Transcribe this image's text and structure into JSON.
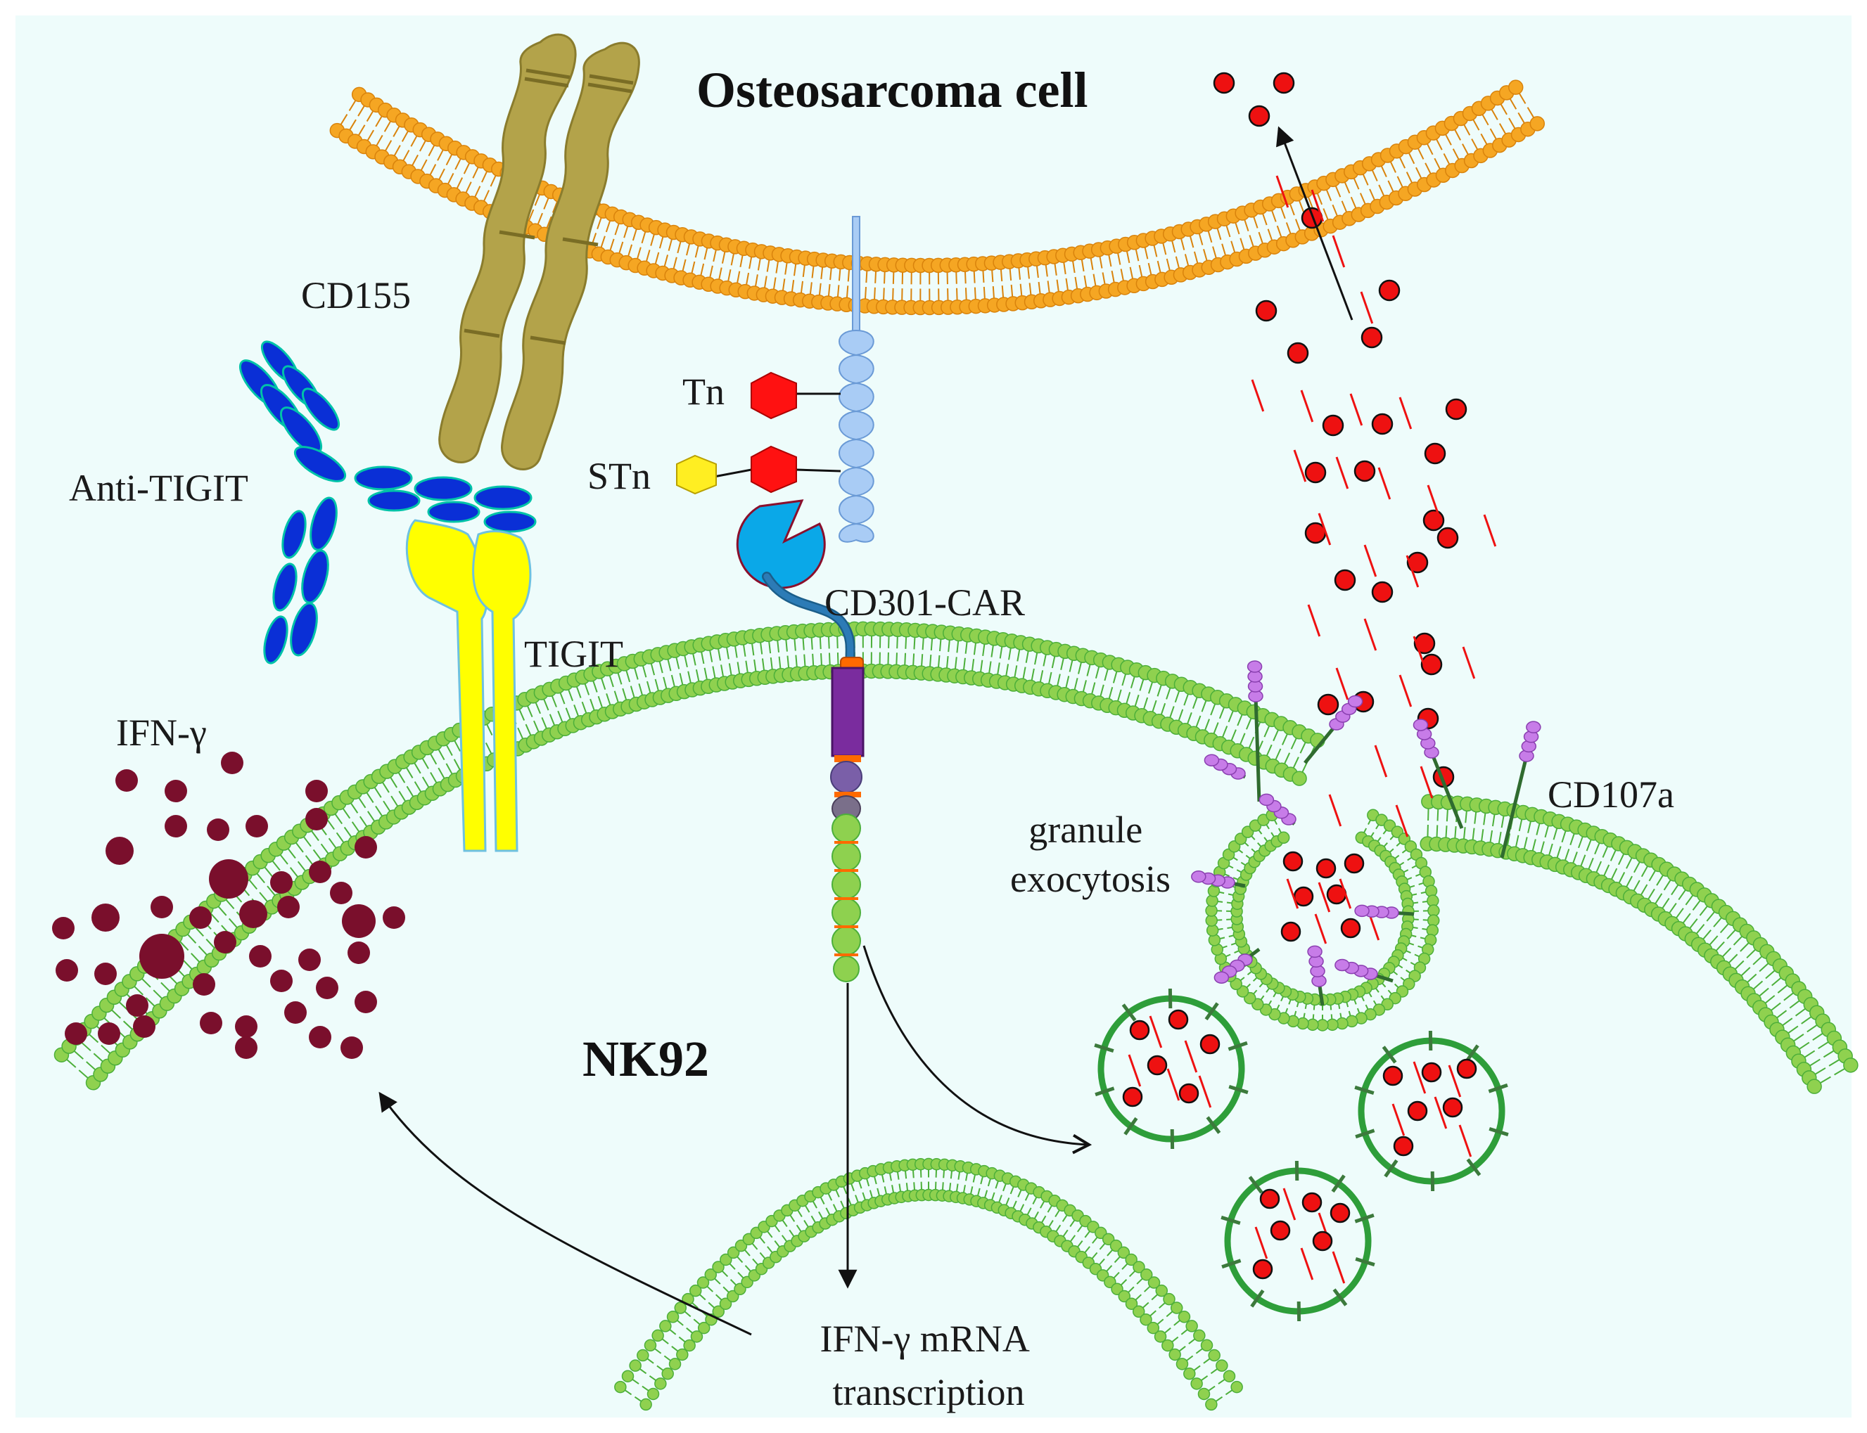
{
  "labels": {
    "osteosarcoma_cell": "Osteosarcoma cell",
    "cd155": "CD155",
    "anti_tigit": "Anti-TIGIT",
    "tigit": "TIGIT",
    "tn": "Tn",
    "stn": "STn",
    "cd301_car": "CD301-CAR",
    "ifn_gamma": "IFN-γ",
    "cd107a": "CD107a",
    "granule_exocytosis_line1": "granule",
    "granule_exocytosis_line2": "exocytosis",
    "nk92": "NK92",
    "ifn_mrna_line1": "IFN-γ mRNA",
    "ifn_mrna_line2": "transcription"
  },
  "colors": {
    "background": "#eefcfb",
    "osteosarcoma_membrane": "#f5a623",
    "nk_membrane": "#8fd14f",
    "nk_membrane_dark": "#4caf3a",
    "cd155": "#b3a34a",
    "anti_tigit": "#0a2fd6",
    "tigit": "#ffff00",
    "tn_sugar": "#ff1111",
    "stn_sugar": "#ffee22",
    "mucin": "#a9ccf5",
    "car_binder": "#0aa8e8",
    "car_transmembrane": "#7a2c9e",
    "ifn_particles": "#7a0f2c",
    "granule_dots": "#ee1111",
    "cd107a": "#c77ce8",
    "vesicle_ring": "#2e9e3a"
  }
}
